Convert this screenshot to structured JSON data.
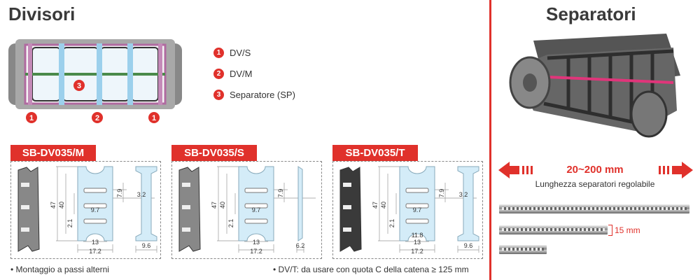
{
  "left": {
    "title": "Divisori",
    "legend": [
      {
        "n": "1",
        "label": "DV/S"
      },
      {
        "n": "2",
        "label": "DV/M"
      },
      {
        "n": "3",
        "label": "Separatore (SP)"
      }
    ],
    "diagram_markers": {
      "inside": "3",
      "bottom": [
        "1",
        "2",
        "1"
      ]
    },
    "panels": [
      {
        "header": "SB-DV035/M",
        "dims": {
          "h": "47",
          "inner": "40",
          "gap": "2.1",
          "slot": "9.7",
          "pitch": "7.9",
          "thick": "3.2",
          "w13": "13",
          "w172": "17.2",
          "side": "9.6"
        }
      },
      {
        "header": "SB-DV035/S",
        "dims": {
          "h": "47",
          "inner": "40",
          "gap": "2.1",
          "slot": "9.7",
          "pitch": "7.9",
          "w13": "13",
          "w172": "17.2",
          "side": "6.2"
        }
      },
      {
        "header": "SB-DV035/T",
        "dims": {
          "h": "47",
          "inner": "40",
          "gap": "2.1",
          "slot": "9.7",
          "pitch": "7.9",
          "thick": "3.2",
          "w118": "11.8",
          "w13": "13",
          "w172": "17.2",
          "side": "9.6"
        }
      }
    ],
    "notes": [
      "• Montaggio a passi alterni",
      "• DV/T: da usare con quota C della catena ≥ 125 mm"
    ]
  },
  "right": {
    "title": "Separatori",
    "range": "20~200 mm",
    "range_label": "Lunghezza separatori regolabile",
    "height_label": "15 mm"
  },
  "colors": {
    "accent": "#e0312b",
    "part_fill": "#d4ecf8"
  }
}
